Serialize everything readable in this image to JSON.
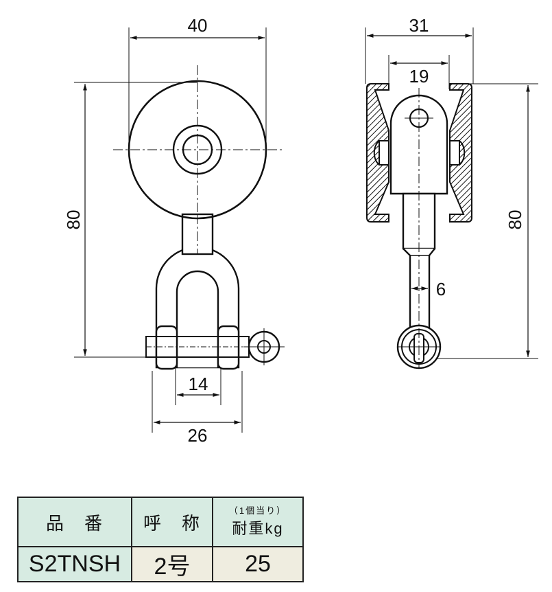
{
  "drawing": {
    "front_view": {
      "dim_width": "40",
      "dim_height": "80",
      "dim_inner_shackle": "14",
      "dim_outer_shackle": "26"
    },
    "side_view": {
      "dim_width": "31",
      "dim_inner_width": "19",
      "dim_height": "80",
      "dim_rod": "6"
    }
  },
  "spec_table": {
    "headers": {
      "part_no": "品　番",
      "nominal": "呼　称",
      "load_note": "（1個当り）",
      "load": "耐重kg"
    },
    "rows": [
      {
        "part_no": "S2TNSH",
        "nominal": "2号",
        "load": "25"
      }
    ],
    "colors": {
      "header_bg": "#d7ebe2",
      "value_bg": "#efede0"
    }
  }
}
